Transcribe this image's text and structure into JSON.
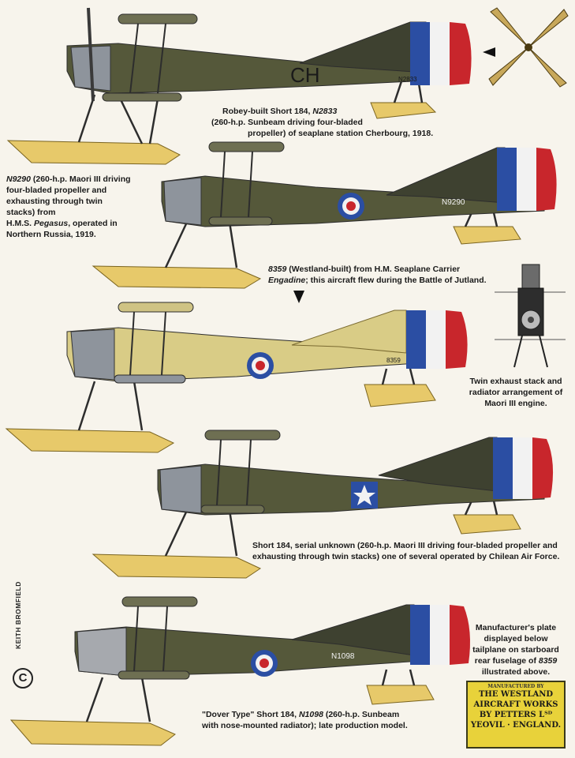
{
  "captions": {
    "c1_pre": "Robey-built Short 184, ",
    "c1_serial": "N2833",
    "c1_l2": "(260-h.p. Sunbeam driving four-bladed",
    "c1_l3": "propeller) of seaplane station Cherbourg, 1918.",
    "c2_serial": "N9290",
    "c2_l1": " (260-h.p. Maori III driving",
    "c2_l2": "four-bladed propeller and",
    "c2_l3": "exhausting through twin",
    "c2_l4": "stacks) from",
    "c2_l5_pre": "H.M.S. ",
    "c2_ship": "Pegasus",
    "c2_l5_post": ", operated in",
    "c2_l6": "Northern Russia, 1919.",
    "c3_serial": "8359",
    "c3_l1": " (Westland-built) from H.M. Seaplane Carrier",
    "c3_ship": "Engadine",
    "c3_l2": "; this aircraft flew during the Battle of Jutland.",
    "c4_l1": "Twin exhaust stack and",
    "c4_l2": "radiator arrangement of",
    "c4_l3": "Maori III engine.",
    "c5_l1": "Short 184, serial unknown (260-h.p. Maori III driving four-bladed propeller and",
    "c5_l2": "exhausting through twin stacks) one of several operated by Chilean Air Force.",
    "c6_l1": "Manufacturer's plate",
    "c6_l2": "displayed below",
    "c6_l3": "tailplane on starboard",
    "c6_l4_pre": "rear fuselage of ",
    "c6_serial": "8359",
    "c6_l5": "illustrated above.",
    "c7_l1_pre": "\"Dover Type\" Short 184, ",
    "c7_serial": "N1098",
    "c7_l1_post": " (260-h.p. Sunbeam",
    "c7_l2": "with nose-mounted radiator); late production model."
  },
  "credit": "KEITH BROMFIELD",
  "copyright": "C",
  "plate": {
    "top": "MANUFACTURED BY",
    "l1": "THE WESTLAND",
    "l2": "AIRCRAFT WORKS",
    "l3": "BY PETTERS Lᵀᴰ",
    "l4": "YEOVIL · ENGLAND."
  },
  "markings": {
    "p1_code": "CH",
    "p1_serial": "N2833",
    "p2_serial": "N9290",
    "p3_serial": "8359",
    "p6_serial": "N1098"
  },
  "colors": {
    "olive": "#55583a",
    "olive_dark": "#3e4130",
    "grey": "#8e949c",
    "yellow": "#d9cc86",
    "float": "#e7c96a",
    "rudder_blue": "#2b4ea3",
    "rudder_white": "#f2f2f2",
    "rudder_red": "#c8262c"
  }
}
